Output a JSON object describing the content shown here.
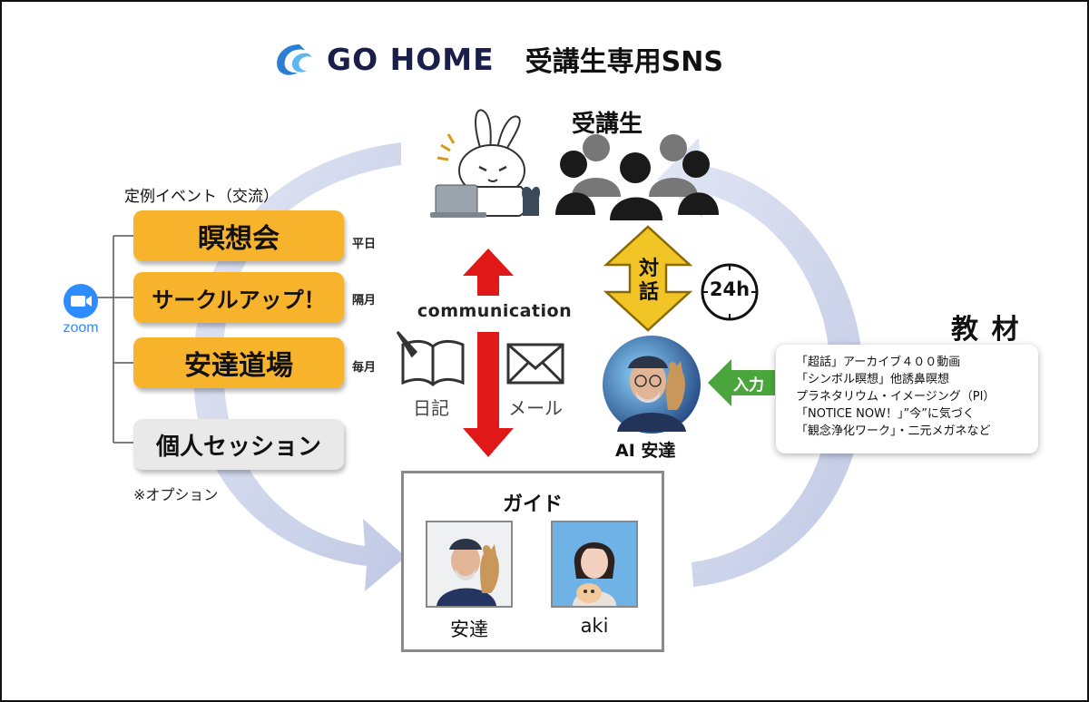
{
  "header": {
    "brand": "GO HOME",
    "title": "受講生専用SNS"
  },
  "students": {
    "label": "受講生"
  },
  "events": {
    "title": "定例イベント（交流）",
    "platform": "zoom",
    "items": [
      {
        "label": "瞑想会",
        "frequency": "平日"
      },
      {
        "label": "サークルアップ！",
        "frequency": "隔月"
      },
      {
        "label": "安達道場",
        "frequency": "毎月"
      }
    ],
    "session": {
      "label": "個人セッション",
      "note": "※オプション"
    }
  },
  "center": {
    "communication": "communication",
    "diary": "日記",
    "mail": "メール"
  },
  "dialog": {
    "label": "対話",
    "hours": "24h"
  },
  "ai": {
    "label": "AI 安達",
    "input": "入力"
  },
  "materials": {
    "title": "教 材",
    "items": [
      "「超話」アーカイブ４００動画",
      "「シンボル瞑想」他誘鼻暝想",
      "プラネタリウム・イメージング（PI）",
      "「NOTICE NOW！」”今”に気づく",
      "「観念浄化ワーク」・二元メガネなど"
    ]
  },
  "guide": {
    "title": "ガイド",
    "members": [
      "安達",
      "aki"
    ]
  },
  "colors": {
    "orange": "#f7b32b",
    "red": "#e01818",
    "gold": "#f2c526",
    "green": "#4aa63c",
    "cycle": "#c5cde8",
    "zoom": "#2d8cff"
  }
}
